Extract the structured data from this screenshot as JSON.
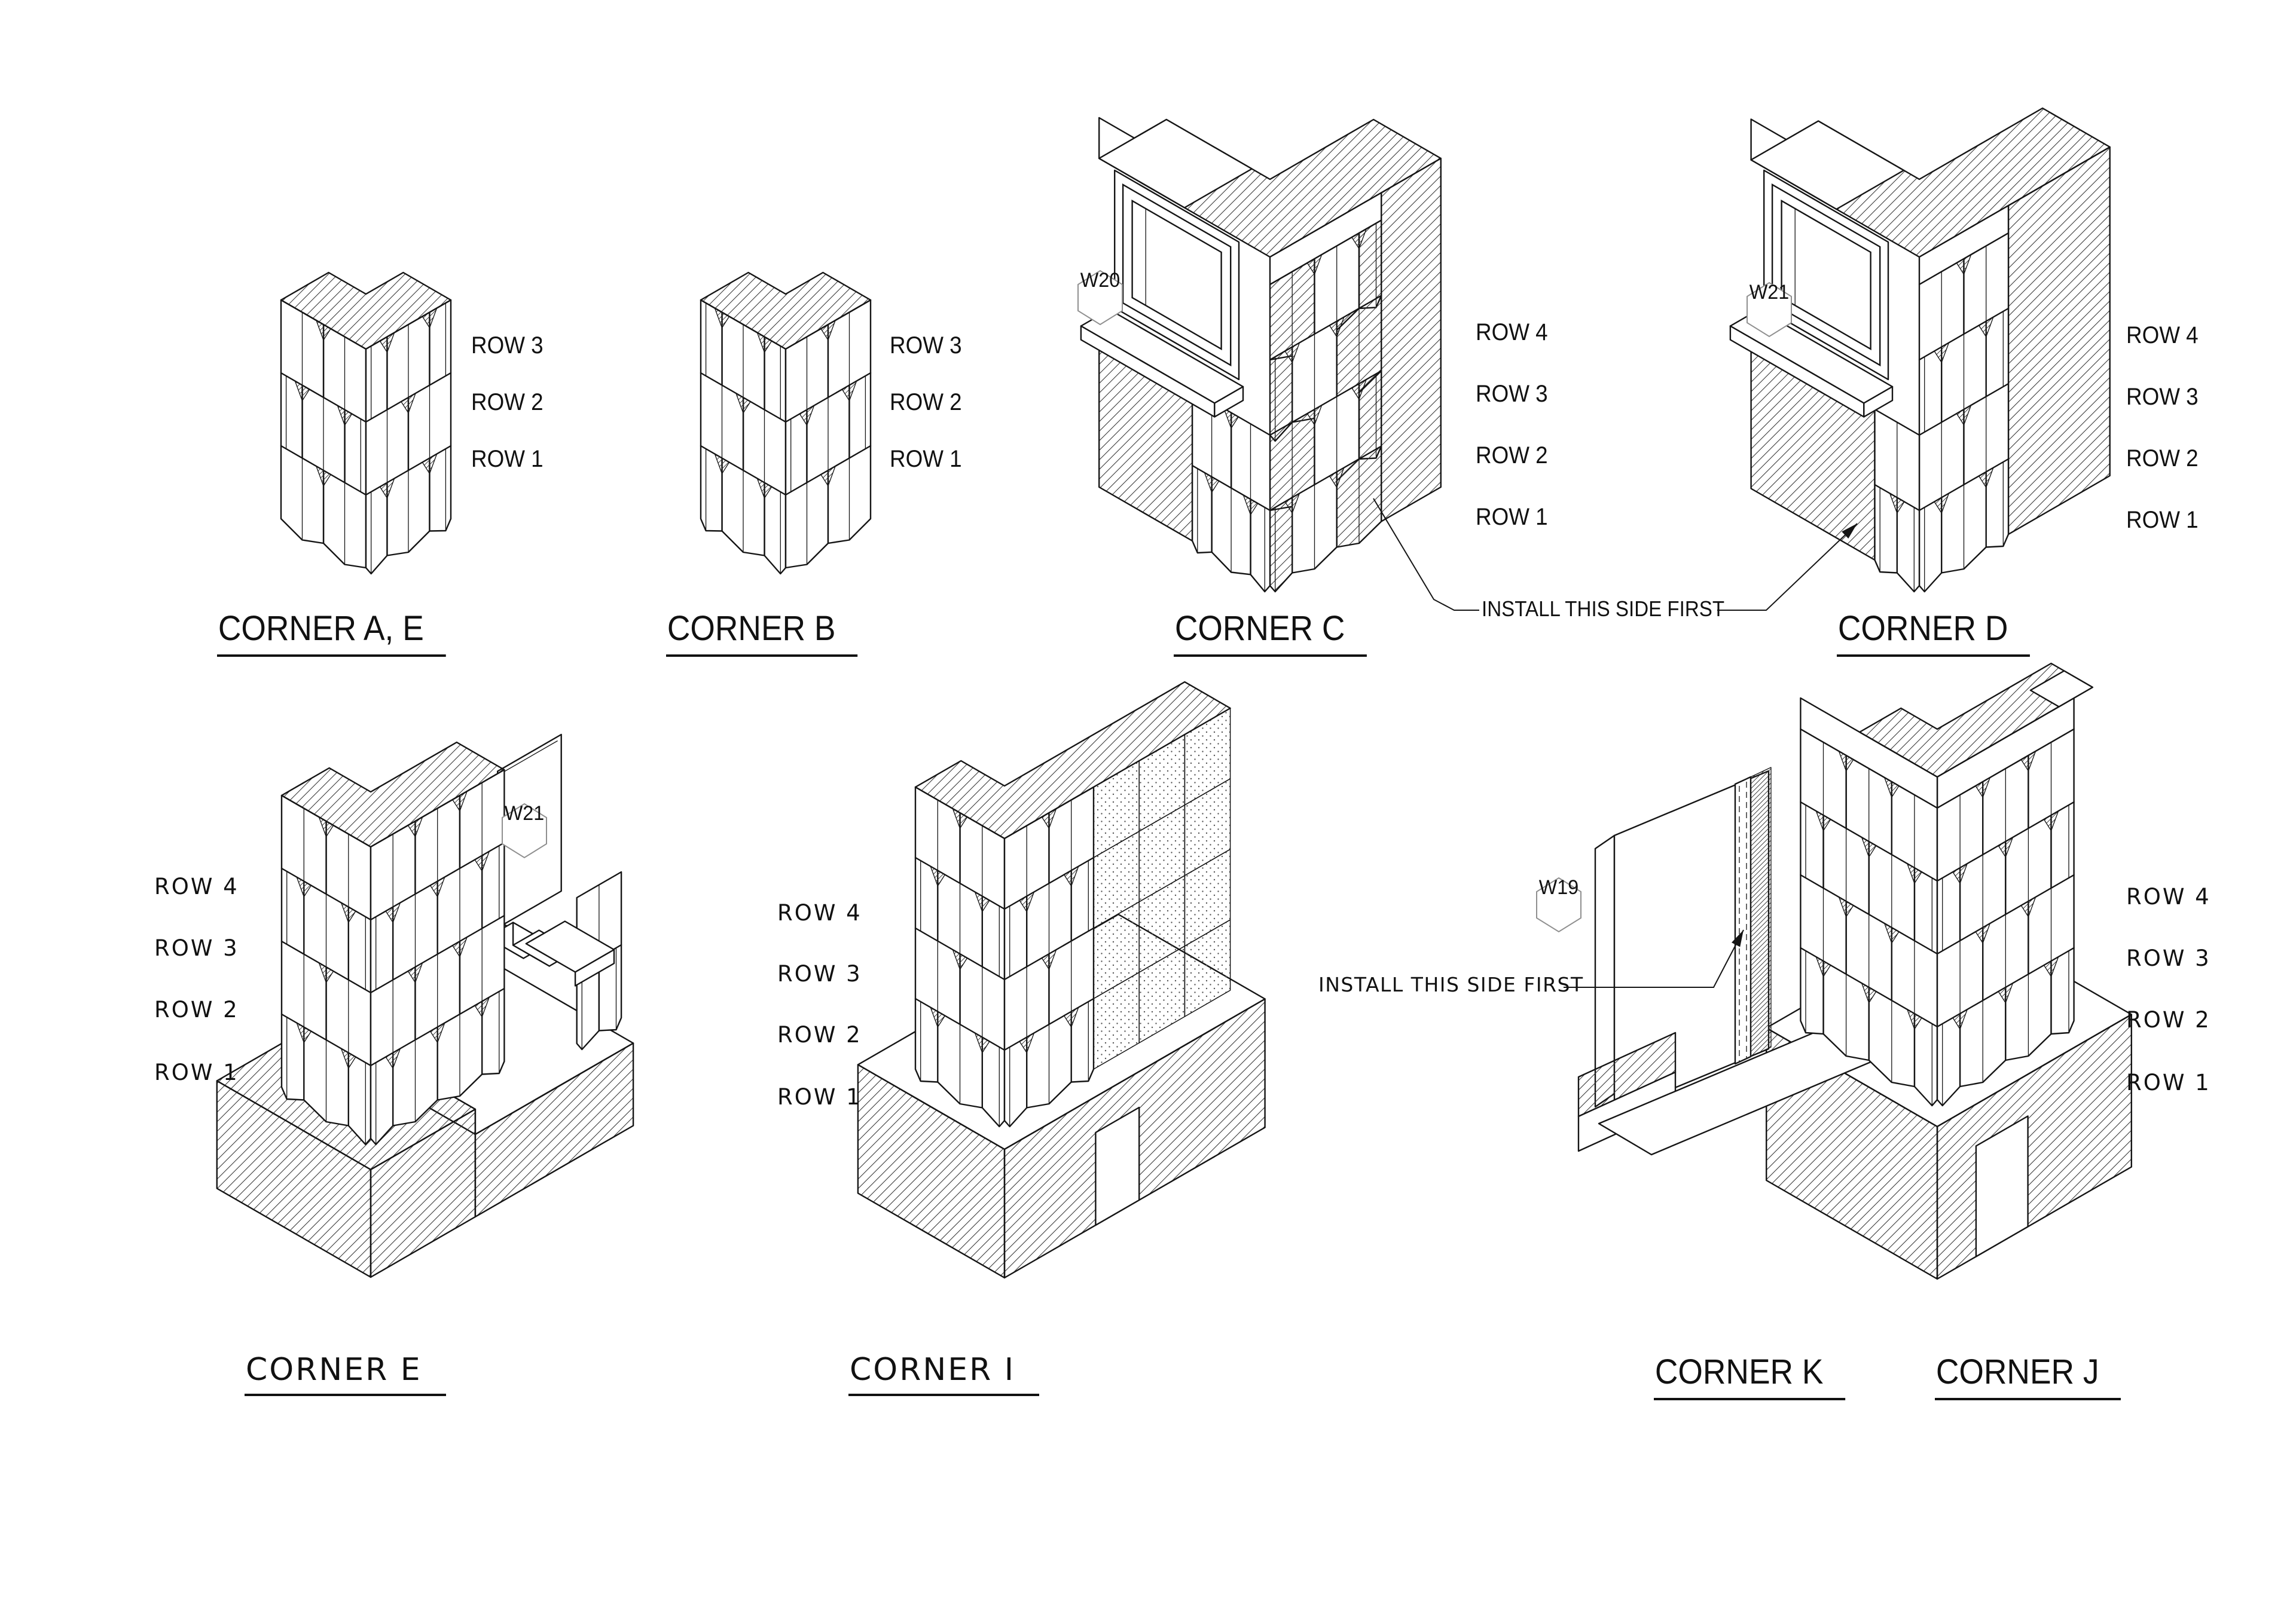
{
  "sheet": {
    "background_color": "#ffffff",
    "line_color": "#151515"
  },
  "figures": {
    "corner_ae": {
      "title": "CORNER A, E",
      "rows": [
        "ROW 3",
        "ROW 2",
        "ROW 1"
      ]
    },
    "corner_b": {
      "title": "CORNER B",
      "rows": [
        "ROW 3",
        "ROW 2",
        "ROW 1"
      ]
    },
    "corner_c": {
      "title": "CORNER C",
      "rows": [
        "ROW 4",
        "ROW 3",
        "ROW 2",
        "ROW 1"
      ],
      "tag": "W20",
      "annotation": "INSTALL THIS SIDE FIRST"
    },
    "corner_d": {
      "title": "CORNER D",
      "rows": [
        "ROW 4",
        "ROW 3",
        "ROW 2",
        "ROW 1"
      ],
      "tag": "W21"
    },
    "corner_e": {
      "title": "CORNER E",
      "rows": [
        "ROW 4",
        "ROW 3",
        "ROW 2",
        "ROW 1"
      ],
      "tag": "W21"
    },
    "corner_i": {
      "title": "CORNER I",
      "rows": [
        "ROW 4",
        "ROW 3",
        "ROW 2",
        "ROW 1"
      ]
    },
    "corner_k": {
      "title": "CORNER K",
      "tag": "W19",
      "annotation": "INSTALL THIS SIDE FIRST"
    },
    "corner_j": {
      "title": "CORNER J",
      "rows": [
        "ROW 4",
        "ROW 3",
        "ROW 2",
        "ROW 1"
      ]
    }
  }
}
